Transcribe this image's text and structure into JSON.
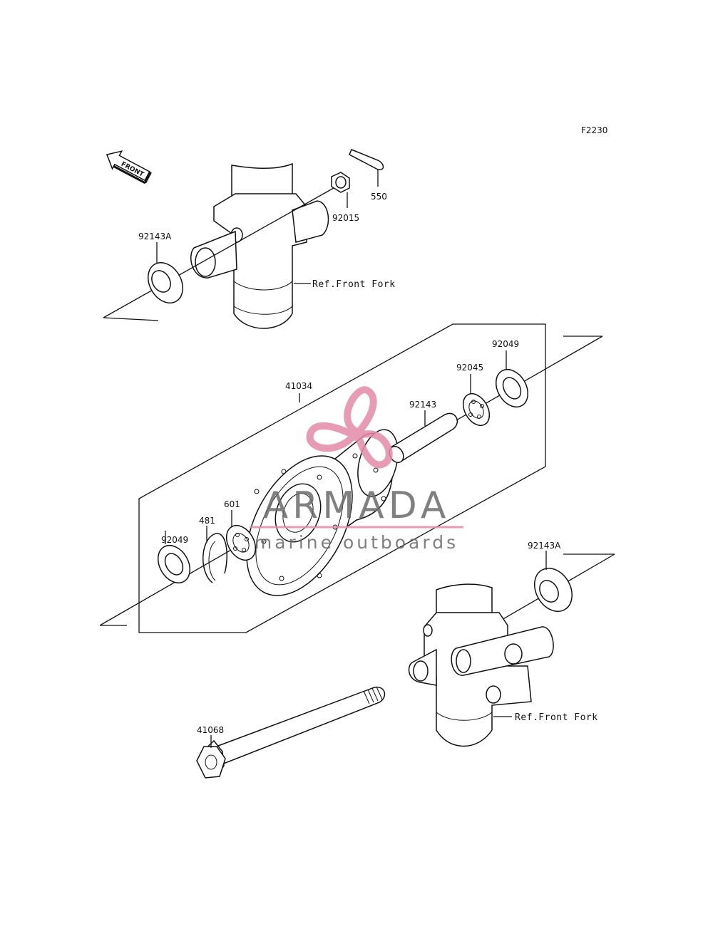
{
  "diagram": {
    "figure_code": "F2230",
    "front_arrow_label": "FRONT",
    "ref_labels": {
      "upper_fork": "Ref.Front Fork",
      "lower_fork": "Ref.Front Fork"
    },
    "parts": [
      {
        "id": "p550",
        "number": "550"
      },
      {
        "id": "p92015",
        "number": "92015"
      },
      {
        "id": "p92143A_top",
        "number": "92143A"
      },
      {
        "id": "p41034",
        "number": "41034"
      },
      {
        "id": "p92049_right",
        "number": "92049"
      },
      {
        "id": "p92045",
        "number": "92045"
      },
      {
        "id": "p92143",
        "number": "92143"
      },
      {
        "id": "p601",
        "number": "601"
      },
      {
        "id": "p481",
        "number": "481"
      },
      {
        "id": "p92049_left",
        "number": "92049"
      },
      {
        "id": "p92143A_bottom",
        "number": "92143A"
      },
      {
        "id": "p41068",
        "number": "41068"
      }
    ]
  },
  "watermark": {
    "brand": "ARMADA",
    "tagline": "marine outboards",
    "colors": {
      "text": "#6b6b6b",
      "accent": "#e48aa8"
    }
  }
}
